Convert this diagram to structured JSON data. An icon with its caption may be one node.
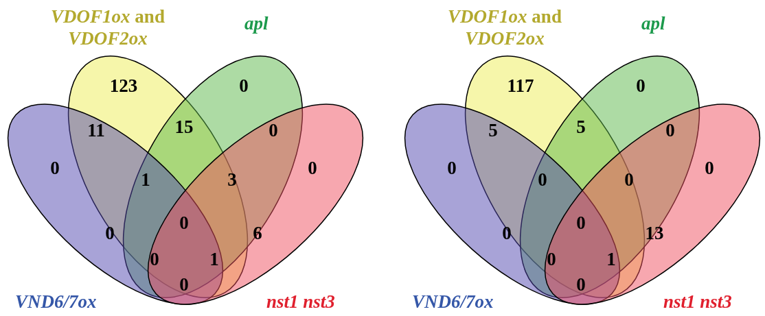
{
  "diagram": {
    "nodes": [
      {
        "text": [
          "*VDOF1ox* and *VDOF2ox*"
        ]
      },
      {
        "text": [
          "apl"
        ]
      },
      {
        "text": [
          "VND6/7ox"
        ]
      },
      {
        "text": [
          "nst1 nst3"
        ]
      },
      {
        "text": [
          "*VDOF1ox* and *VDOF2ox*"
        ]
      },
      {
        "text": [
          "apl"
        ]
      },
      {
        "text": [
          "VND6/7ox"
        ]
      },
      {
        "text": [
          "nst1 nst3"
        ]
      }
    ],
    "edges": [],
    "labels": [
      "123",
      "0",
      "11",
      "15",
      "0",
      "0",
      "1",
      "3",
      "0",
      "0",
      "0",
      "6",
      "0",
      "1",
      "0",
      "117",
      "0",
      "5",
      "5",
      "0",
      "0",
      "0",
      "0",
      "0",
      "0",
      "0",
      "13",
      "0",
      "1",
      "0"
    ]
  }
}
